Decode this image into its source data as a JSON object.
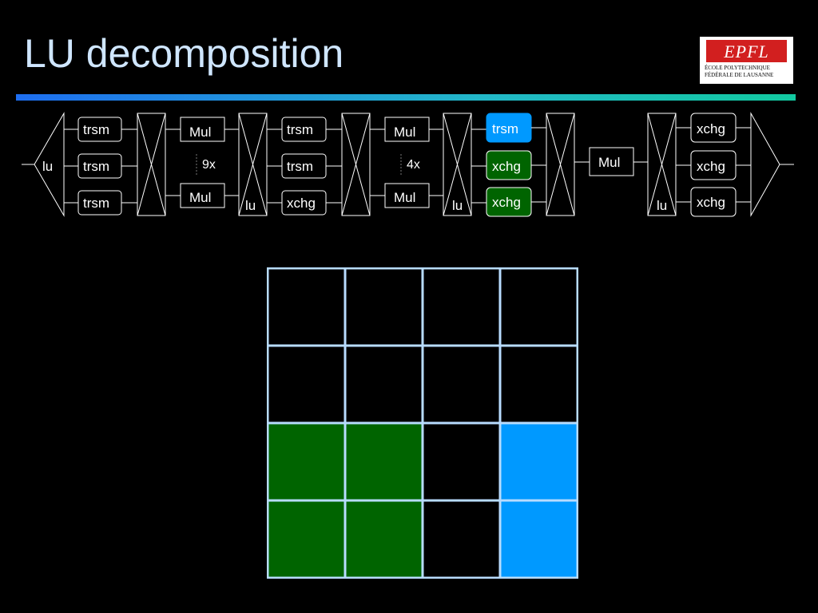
{
  "title": "LU decomposition",
  "logo": {
    "mark": "EPFL",
    "line1": "ÉCOLE POLYTECHNIQUE",
    "line2": "FÉDÉRALE DE LAUSANNE"
  },
  "colors": {
    "green": "#006400",
    "blue": "#0099ff",
    "title": "#cfe6ff",
    "grid_line": "#b8dcff"
  },
  "flow": {
    "stage1": {
      "split_label": "lu",
      "tasks": [
        "trsm",
        "trsm",
        "trsm"
      ]
    },
    "stage2": {
      "tasks": [
        "Mul",
        "Mul"
      ],
      "count": "9x"
    },
    "stage3": {
      "lu_label": "lu",
      "tasks": [
        "trsm",
        "trsm",
        "xchg"
      ]
    },
    "stage4": {
      "tasks": [
        "Mul",
        "Mul"
      ],
      "count": "4x"
    },
    "stage5": {
      "lu_label": "lu",
      "tasks": [
        "trsm",
        "xchg",
        "xchg"
      ]
    },
    "stage6": {
      "tasks": [
        "Mul"
      ]
    },
    "stage7": {
      "lu_label": "lu",
      "tasks": [
        "xchg",
        "xchg",
        "xchg"
      ]
    }
  },
  "matrix": {
    "rows": 4,
    "cols": 4,
    "cells": [
      [
        "black",
        "black",
        "black",
        "black"
      ],
      [
        "black",
        "black",
        "black",
        "black"
      ],
      [
        "green",
        "green",
        "black",
        "blue"
      ],
      [
        "green",
        "green",
        "black",
        "blue"
      ]
    ]
  }
}
